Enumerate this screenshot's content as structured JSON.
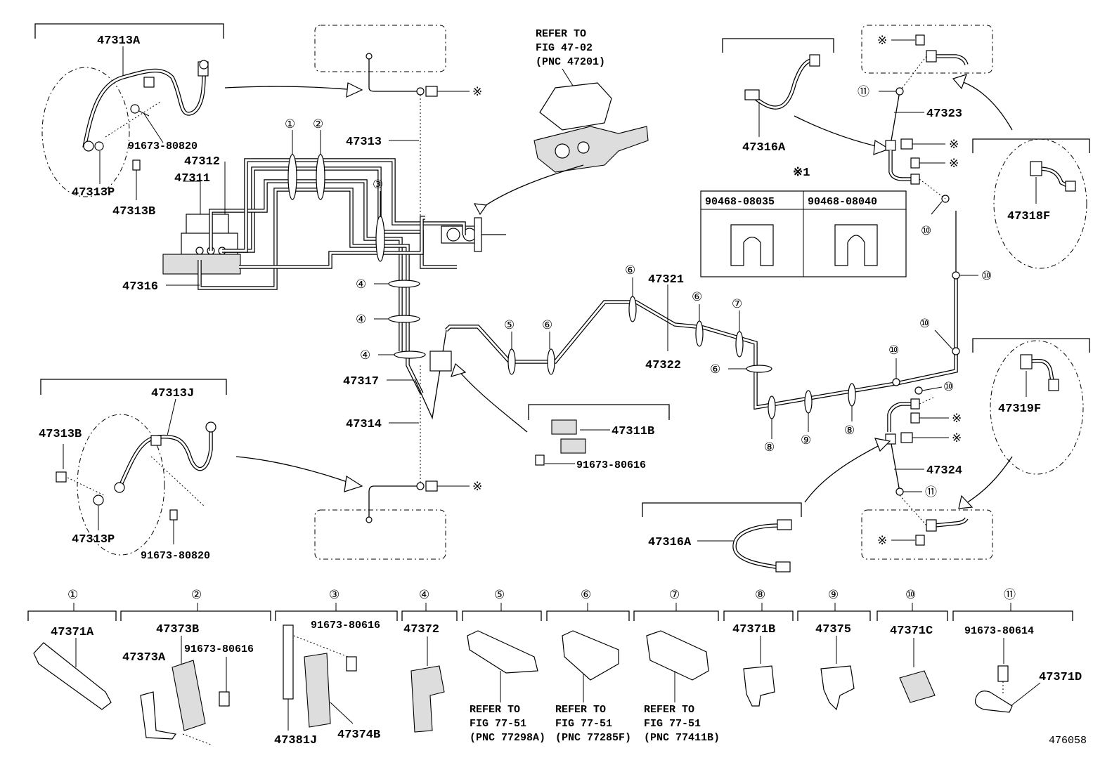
{
  "labels": {
    "p47313A": "47313A",
    "p91673_80820a": "91673-80820",
    "p47313P_top": "47313P",
    "p47313B_top": "47313B",
    "p47312": "47312",
    "p47311": "47311",
    "p47316": "47316",
    "p47313": "47313",
    "p47317": "47317",
    "p47314": "47314",
    "p47313J": "47313J",
    "p47313B_bot": "47313B",
    "p47313P_bot": "47313P",
    "p91673_80820b": "91673-80820",
    "p47311B": "47311B",
    "p91673_80616a": "91673-80616",
    "p47321": "47321",
    "p47322": "47322",
    "p47316A_top": "47316A",
    "p47323": "47323",
    "p47318F": "47318F",
    "p47319F": "47319F",
    "p47324": "47324",
    "p47316A_bot": "47316A",
    "p47371A": "47371A",
    "p47373B": "47373B",
    "p47373A": "47373A",
    "p91673_80616b": "91673-80616",
    "p91673_80616c": "91673-80616",
    "p47381J": "47381J",
    "p47374B": "47374B",
    "p47372": "47372",
    "p47371B": "47371B",
    "p47375": "47375",
    "p47371C": "47371C",
    "p91673_80614": "91673-80614",
    "p47371D": "47371D",
    "figure_number": "476058"
  },
  "refer_master": [
    "REFER TO",
    "FIG 47-02",
    "(PNC 47201)"
  ],
  "refer_5": [
    "REFER TO",
    "FIG 77-51",
    "(PNC 77298A)"
  ],
  "refer_6": [
    "REFER TO",
    "FIG 77-51",
    "(PNC 77285F)"
  ],
  "refer_7": [
    "REFER TO",
    "FIG 77-51",
    "(PNC 77411B)"
  ],
  "note_table": {
    "title": "※1",
    "col1": "90468-08035",
    "col2": "90468-08040"
  },
  "note_mark": "※",
  "circled": {
    "n1": "①",
    "n2": "②",
    "n3": "③",
    "n4": "④",
    "n5": "⑤",
    "n6": "⑥",
    "n7": "⑦",
    "n8": "⑧",
    "n9": "⑨",
    "n10": "⑩",
    "n11": "⑪"
  }
}
